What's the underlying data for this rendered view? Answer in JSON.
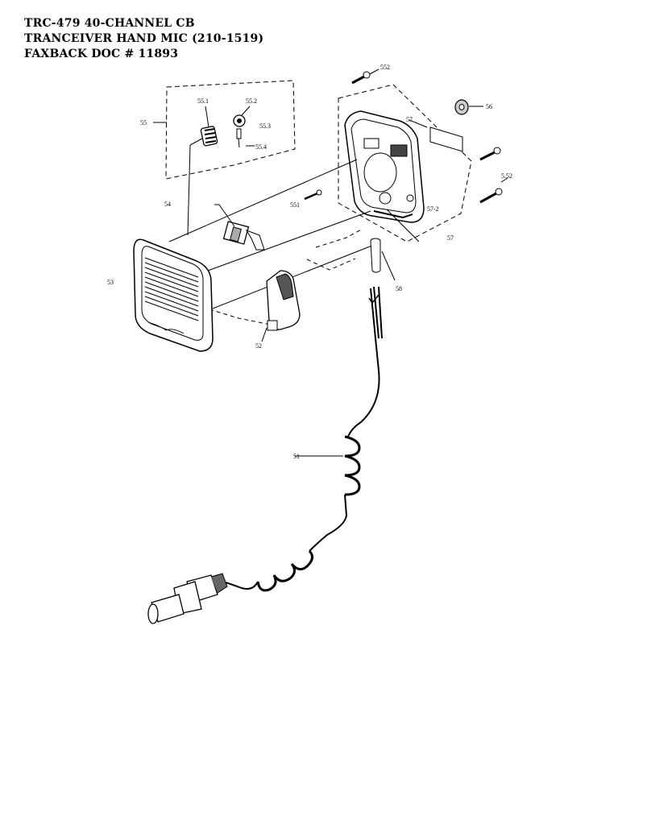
{
  "header": {
    "line1": "TRC-479 40-CHANNEL CB",
    "line2": "TRANCEIVER HAND MIC (210-1519)",
    "line3": "FAXBACK DOC # 11893"
  },
  "part_labels": {
    "p51": "51",
    "p52": "52",
    "p53": "53",
    "p54": "54",
    "p55": "55",
    "p55_1": "55.1",
    "p55_2": "55.2",
    "p55_3": "55.3",
    "p55_4": "55.4",
    "p56": "56",
    "p57_top": "57",
    "p57_2": "57-2",
    "p57_bottom": "57",
    "p58": "58",
    "p552_top": "552",
    "p551": "551",
    "p5_52": "5.52"
  },
  "icons": {
    "microphone": "microphone-front-housing-icon",
    "switch": "ptt-switch-icon",
    "connector": "plug-connector-icon"
  }
}
